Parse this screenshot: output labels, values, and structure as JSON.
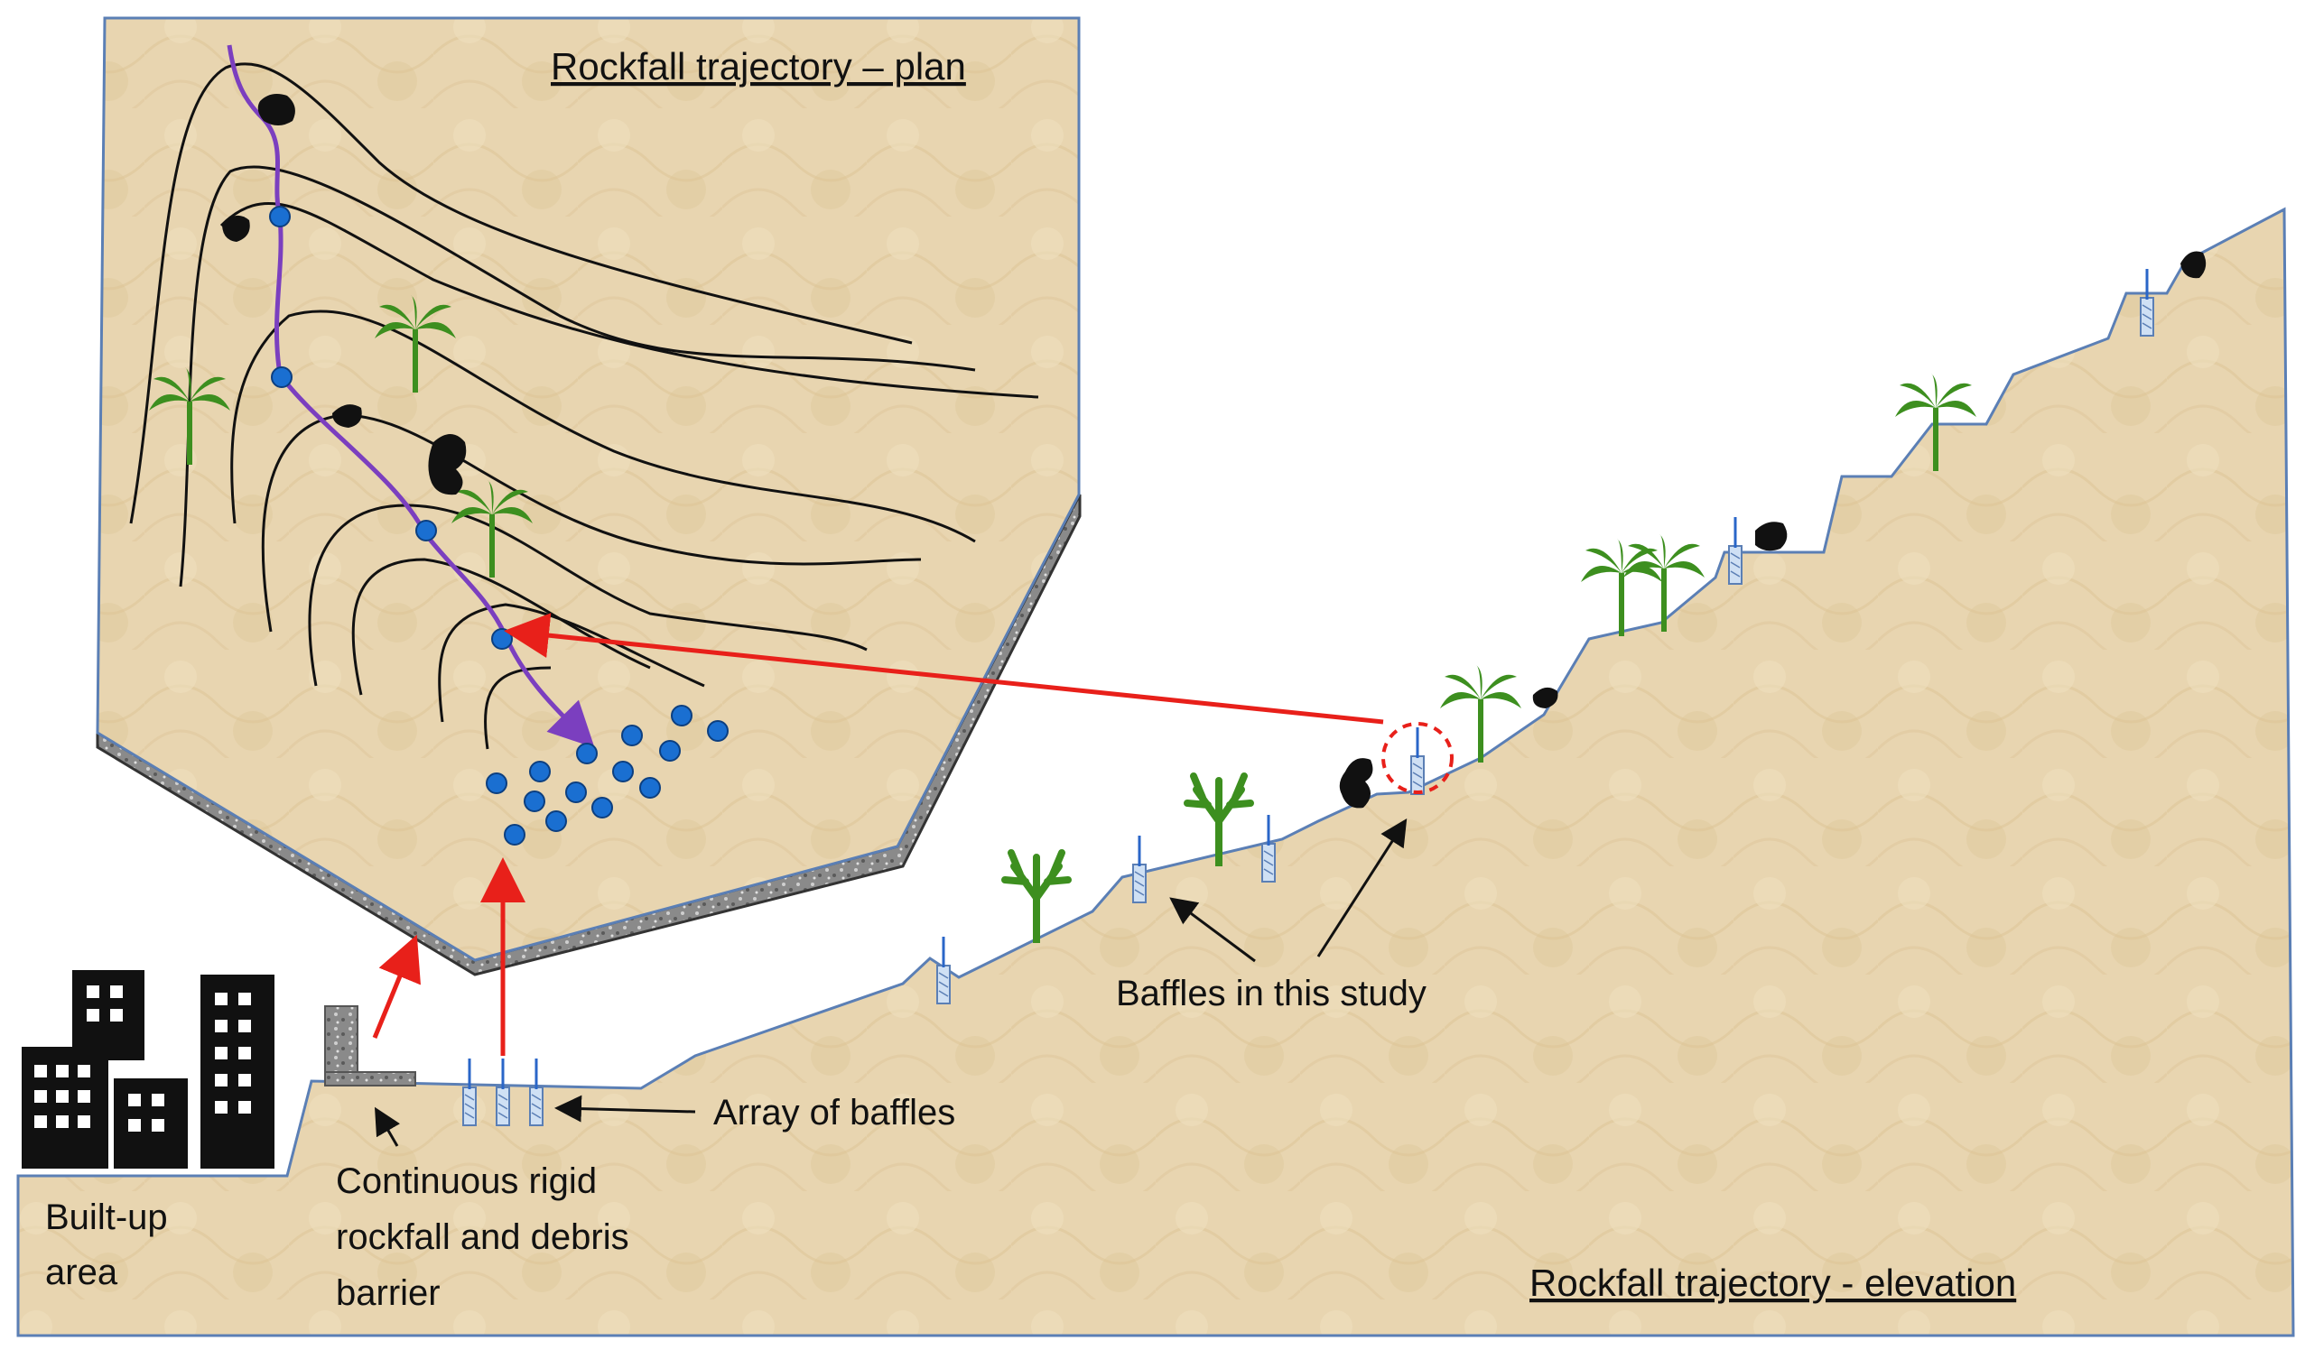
{
  "plan_view": {
    "title": "Rockfall trajectory – plan"
  },
  "elevation_view": {
    "title": "Rockfall trajectory - elevation"
  },
  "labels": {
    "built_up_line1": "Built-up",
    "built_up_line2": "area",
    "barrier_line1": "Continuous rigid",
    "barrier_line2": "rockfall and debris",
    "barrier_line3": "barrier",
    "array_of_baffles": "Array of baffles",
    "baffles_in_study": "Baffles in this study"
  },
  "colors": {
    "terrain": "#e8d5b0",
    "terrain_texture": "#d9c196",
    "trajectory": "#7b3fbf",
    "baffle_dot": "#1a6fd1",
    "callout_arrow": "#e8201a",
    "slope_outline": "#5b7fb5",
    "palm": "#3d8f1f",
    "rock": "#111111"
  },
  "icons": [
    "building-icon",
    "palm-tree-icon",
    "bare-tree-icon",
    "boulder-icon",
    "baffle-post-icon"
  ]
}
